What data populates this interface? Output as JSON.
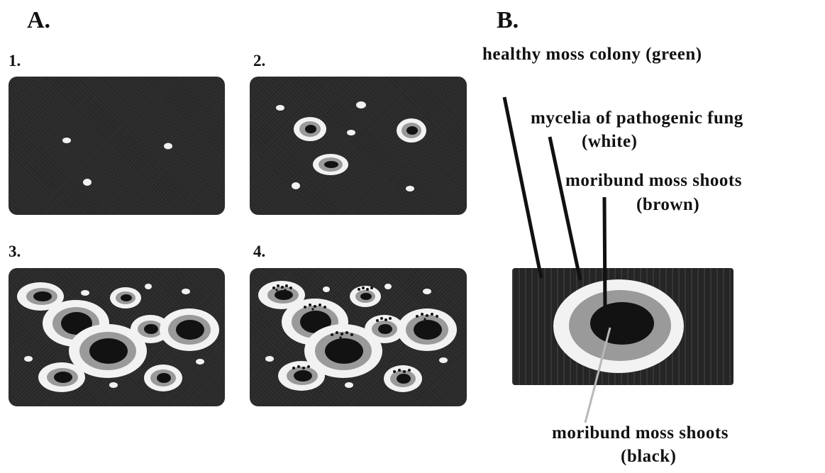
{
  "section_a": {
    "label": "A."
  },
  "section_b": {
    "label": "B."
  },
  "panels": [
    {
      "number": "1."
    },
    {
      "number": "2."
    },
    {
      "number": "3."
    },
    {
      "number": "4."
    }
  ],
  "callouts": {
    "healthy_colony": "healthy moss colony (green)",
    "mycelia_line1": "mycelia of pathogenic fung",
    "mycelia_line2": "(white)",
    "moribund_brown_line1": "moribund moss shoots",
    "moribund_brown_line2": "(brown)",
    "moribund_black_line1": "moribund moss shoots",
    "moribund_black_line2": "(black)"
  },
  "colors": {
    "healthy_moss": "#2a2a2a",
    "mycelia": "#f2f2f2",
    "moribund_brown": "#9a9a9a",
    "moribund_black": "#121212",
    "label_text": "#111111"
  }
}
